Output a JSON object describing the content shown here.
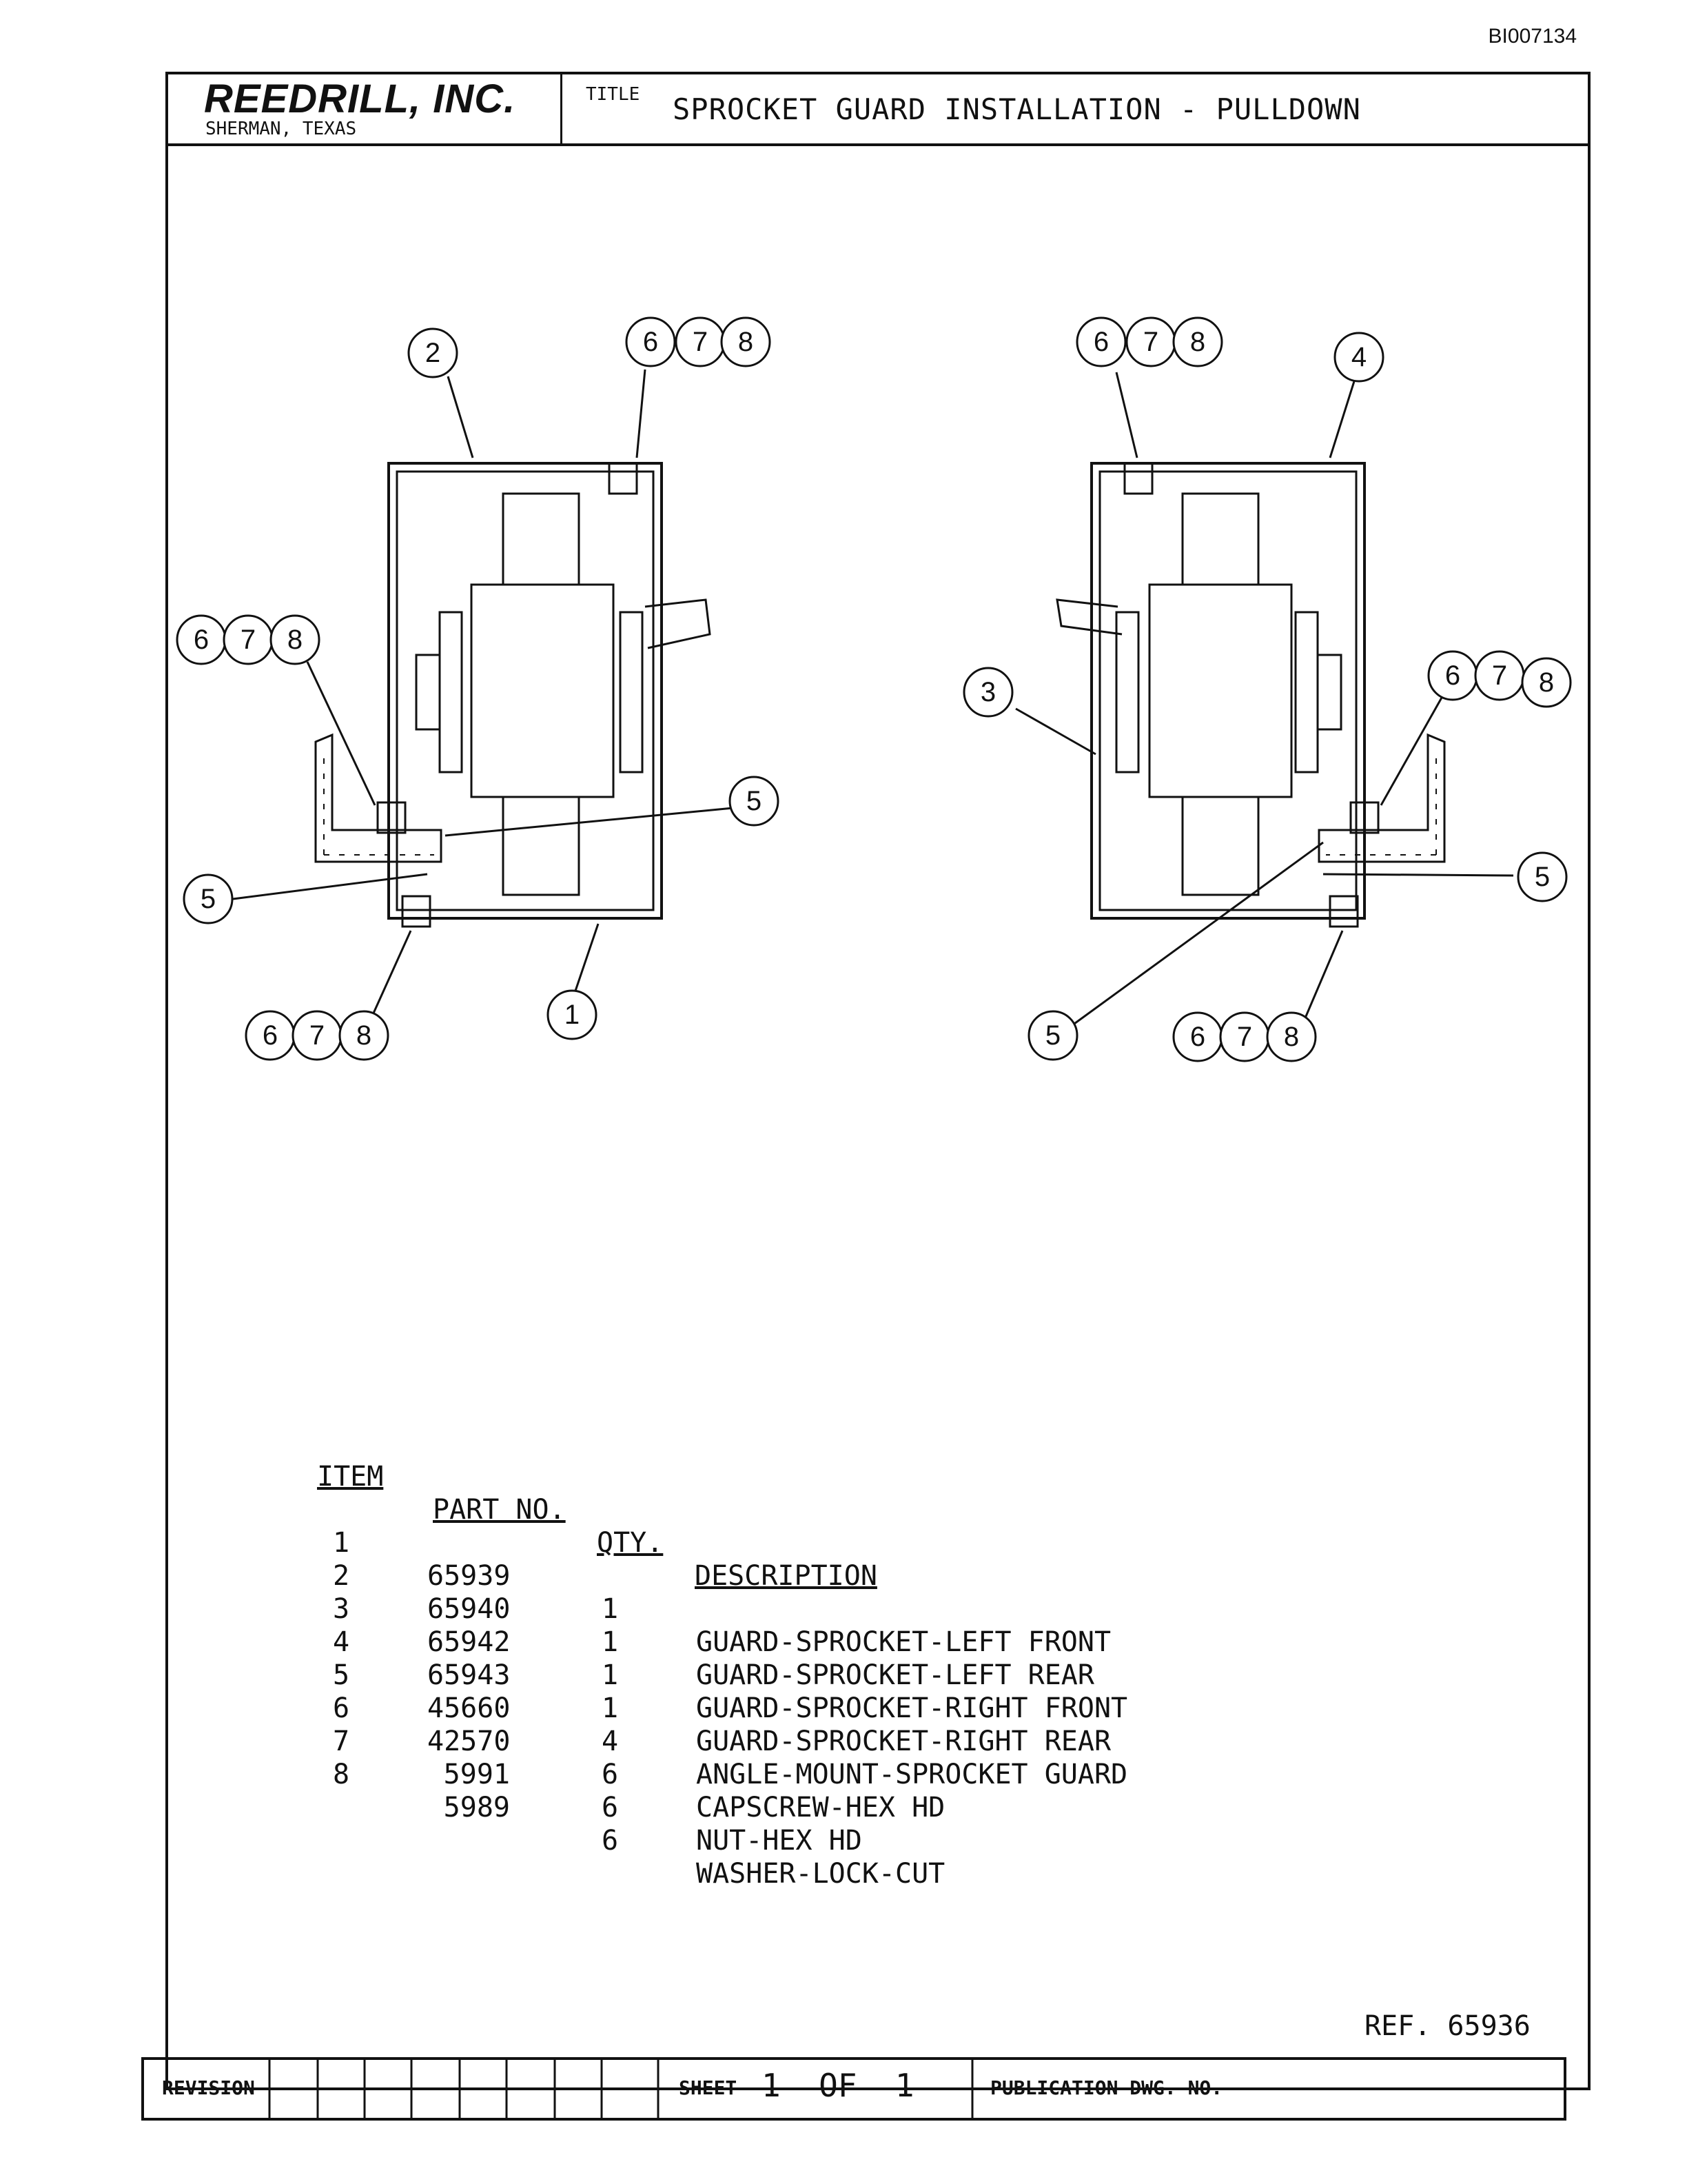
{
  "doc_id": "BI007134",
  "company": {
    "name": "REEDRILL, INC.",
    "location": "SHERMAN, TEXAS"
  },
  "title_label": "TITLE",
  "drawing_title": "SPROCKET GUARD INSTALLATION - PULLDOWN",
  "callouts": {
    "item_1": "1",
    "item_2": "2",
    "item_3": "3",
    "item_4": "4",
    "item_5": "5",
    "item_6": "6",
    "item_7": "7",
    "item_8": "8"
  },
  "parts_table": {
    "headers": {
      "item": "ITEM",
      "part_no": "PART NO.",
      "qty": "QTY.",
      "description": "DESCRIPTION"
    },
    "rows": [
      {
        "item": "1",
        "part_no": "65939",
        "qty": "1",
        "description": "GUARD-SPROCKET-LEFT FRONT"
      },
      {
        "item": "2",
        "part_no": "65940",
        "qty": "1",
        "description": "GUARD-SPROCKET-LEFT REAR"
      },
      {
        "item": "3",
        "part_no": "65942",
        "qty": "1",
        "description": "GUARD-SPROCKET-RIGHT FRONT"
      },
      {
        "item": "4",
        "part_no": "65943",
        "qty": "1",
        "description": "GUARD-SPROCKET-RIGHT REAR"
      },
      {
        "item": "5",
        "part_no": "45660",
        "qty": "4",
        "description": "ANGLE-MOUNT-SPROCKET GUARD"
      },
      {
        "item": "6",
        "part_no": "42570",
        "qty": "6",
        "description": "CAPSCREW-HEX HD"
      },
      {
        "item": "7",
        "part_no": "5991",
        "qty": "6",
        "description": "NUT-HEX HD"
      },
      {
        "item": "8",
        "part_no": "5989",
        "qty": "6",
        "description": "WASHER-LOCK-CUT"
      }
    ]
  },
  "reference": "REF. 65936",
  "revision_label": "REVISION",
  "sheet_label": "SHEET",
  "sheet_value": "1  OF  1",
  "publication_label": "PUBLICATION DWG. NO."
}
